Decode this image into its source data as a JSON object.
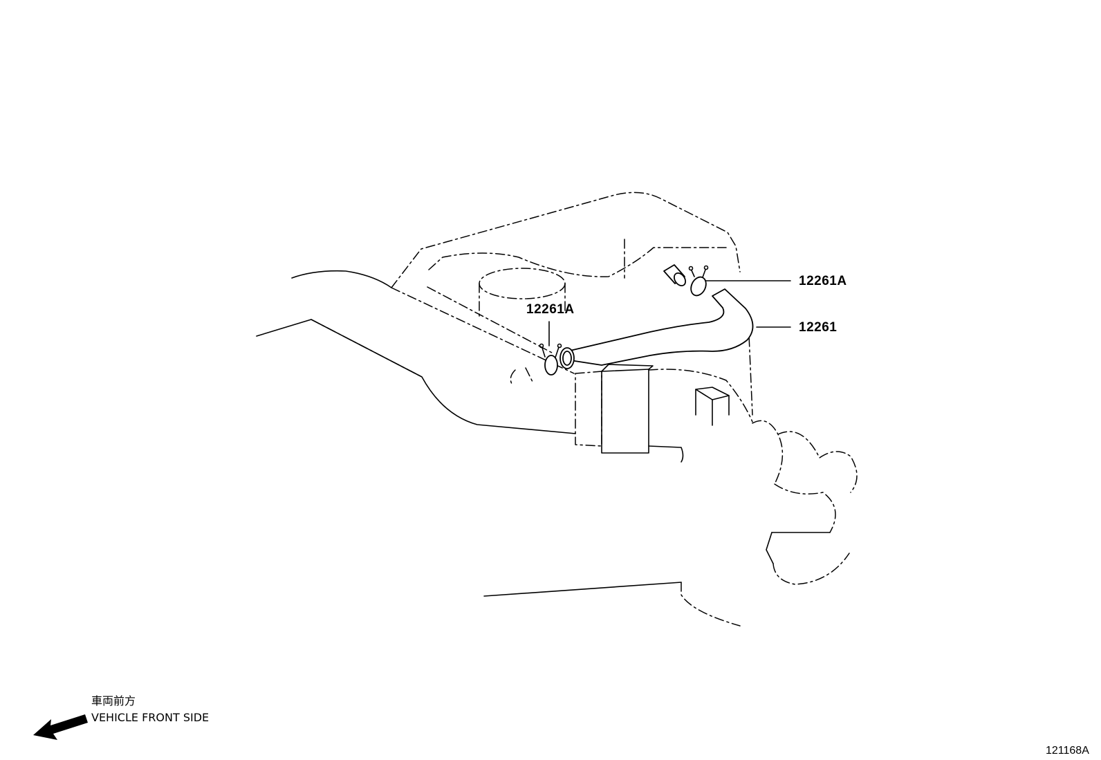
{
  "callouts": {
    "clamp_upper": "12261A",
    "clamp_lower": "12261A",
    "hose": "12261"
  },
  "front_indicator": {
    "japanese": "車両前方",
    "english": "VEHICLE FRONT SIDE",
    "icon": "arrow-left-down-icon"
  },
  "illustration_code": "121168A"
}
